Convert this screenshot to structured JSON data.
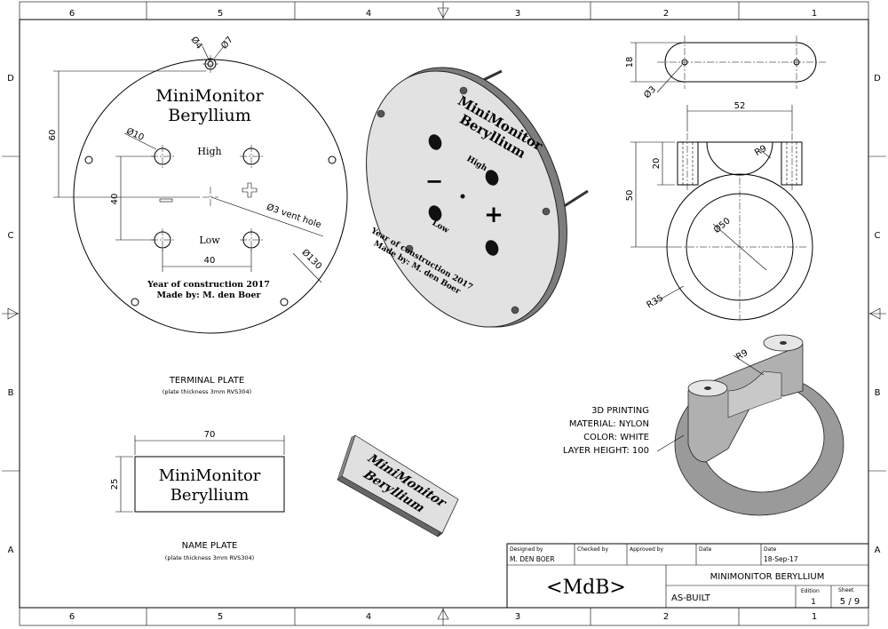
{
  "grid": {
    "columns": [
      "6",
      "5",
      "4",
      "3",
      "2",
      "1"
    ],
    "rows": [
      "D",
      "C",
      "B",
      "A"
    ]
  },
  "terminal_plate": {
    "title_line1": "MiniMonitor",
    "title_line2": "Beryllium",
    "high": "High",
    "low": "Low",
    "year": "Year of construction 2017",
    "made_by": "Made by: M. den Boer",
    "label": "TERMINAL PLATE",
    "note": "(plate thickness 3mm RVS304)",
    "dims": {
      "d4": "Ø4",
      "d7": "Ø7",
      "d10": "Ø10",
      "d3_vent": "Ø3 vent hole",
      "d130": "Ø130",
      "v60": "60",
      "v40": "40",
      "h40": "40"
    }
  },
  "iso_plate": {
    "title_line1": "MiniMonitor",
    "title_line2": "Beryllium",
    "high": "High",
    "low": "Low",
    "year": "Year of construction 2017",
    "made_by": "Made by: M. den Boer",
    "minus": "−",
    "plus": "+"
  },
  "name_plate": {
    "title_line1": "MiniMonitor",
    "title_line2": "Beryllium",
    "label": "NAME PLATE",
    "note": "(plate thickness 3mm RVS304)",
    "dims": {
      "w70": "70",
      "h25": "25"
    }
  },
  "iso_name_plate": {
    "title_line1": "MiniMonitor",
    "title_line2": "Beryllium"
  },
  "bracket": {
    "dims": {
      "d18": "18",
      "d3": "Ø3",
      "d52": "52",
      "r9": "R9",
      "d20": "20",
      "d50v": "50",
      "d50": "Ø50",
      "r35": "R35",
      "r9_iso": "R9"
    },
    "notes": [
      "3D PRINTING",
      "MATERIAL: NYLON",
      "COLOR: WHITE",
      "LAYER HEIGHT: 100"
    ]
  },
  "title_block": {
    "designed_by_label": "Designed by",
    "checked_by_label": "Checked by",
    "approved_by_label": "Approved by",
    "date_label": "Date",
    "date_label2": "Date",
    "designer": "M. DEN BOER",
    "date": "18-Sep-17",
    "logo": "<MdB>",
    "title": "MINIMONITOR BERYLLIUM",
    "status": "AS-BUILT",
    "edition_label": "Edition",
    "sheet_label": "Sheet",
    "edition": "1",
    "sheet": "5 / 9"
  }
}
